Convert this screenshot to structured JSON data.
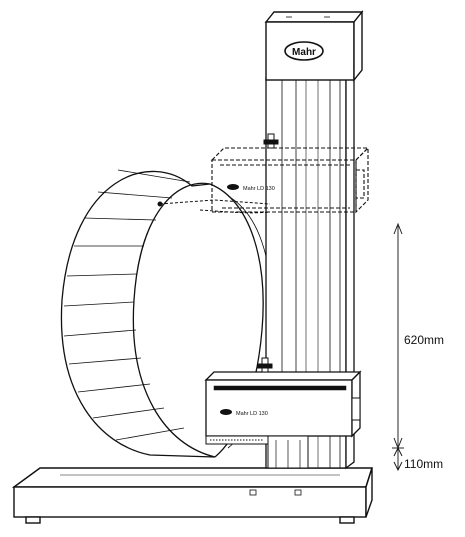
{
  "logo": {
    "brand": "Mahr",
    "unit_label": "Mahr LD 130"
  },
  "dimensions": {
    "travel": "620mm",
    "base_offset": "110mm"
  },
  "colors": {
    "line": "#111111",
    "background": "#ffffff",
    "shade": "#e6e6e6"
  }
}
